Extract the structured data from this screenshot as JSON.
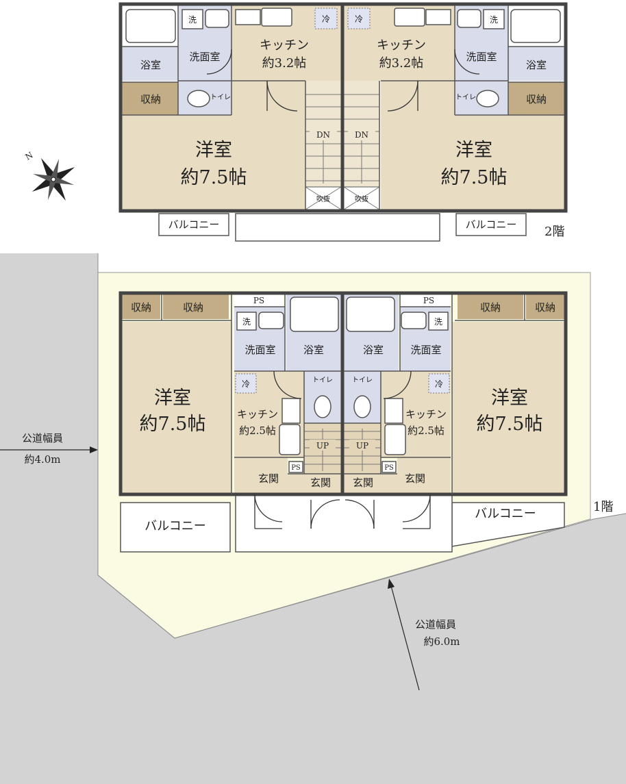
{
  "floor2": {
    "floor_label": "2階",
    "left": {
      "kitchen": "キッチン",
      "kitchen_size": "約3.2帖",
      "washroom": "洗面室",
      "bath": "浴室",
      "toilet": "トイレ",
      "storage": "収納",
      "western": "洋室",
      "western_size": "約7.5帖",
      "balcony": "バルコニー",
      "fridge": "冷",
      "washer": "洗",
      "dn": "DN",
      "fukinuke": "吹抜"
    },
    "right": {
      "kitchen": "キッチン",
      "kitchen_size": "約3.2帖",
      "washroom": "洗面室",
      "bath": "浴室",
      "toilet": "トイレ",
      "storage": "収納",
      "western": "洋室",
      "western_size": "約7.5帖",
      "balcony": "バルコニー",
      "fridge": "冷",
      "washer": "洗",
      "dn": "DN",
      "fukinuke": "吹抜"
    }
  },
  "floor1": {
    "floor_label": "1階",
    "left": {
      "storage1": "収納",
      "storage2": "収納",
      "ps1": "PS",
      "ps2": "PS",
      "washer": "洗",
      "washroom": "洗面室",
      "bath": "浴室",
      "fridge": "冷",
      "toilet": "トイレ",
      "kitchen": "キッチン",
      "kitchen_size": "約2.5帖",
      "western": "洋室",
      "western_size": "約7.5帖",
      "up": "UP",
      "entrance1": "玄関",
      "entrance2": "玄関",
      "balcony": "バルコニー"
    },
    "right": {
      "storage1": "収納",
      "storage2": "収納",
      "ps1": "PS",
      "ps2": "PS",
      "washer": "洗",
      "washroom": "洗面室",
      "bath": "浴室",
      "fridge": "冷",
      "toilet": "トイレ",
      "kitchen": "キッチン",
      "kitchen_size": "約2.5帖",
      "western": "洋室",
      "western_size": "約7.5帖",
      "up": "UP",
      "entrance1": "玄関",
      "entrance2": "玄関",
      "balcony": "バルコニー"
    }
  },
  "roads": {
    "west_label": "公道幅員",
    "west_width": "約4.0m",
    "south_label": "公道幅員",
    "south_width": "約6.0m"
  },
  "compass": {
    "north": "N"
  },
  "colors": {
    "tan": "#e8dcc2",
    "blue": "#d9dcea",
    "storage": "#c2ad86",
    "site": "#fbfbe4",
    "road": "#d3d3d3"
  }
}
